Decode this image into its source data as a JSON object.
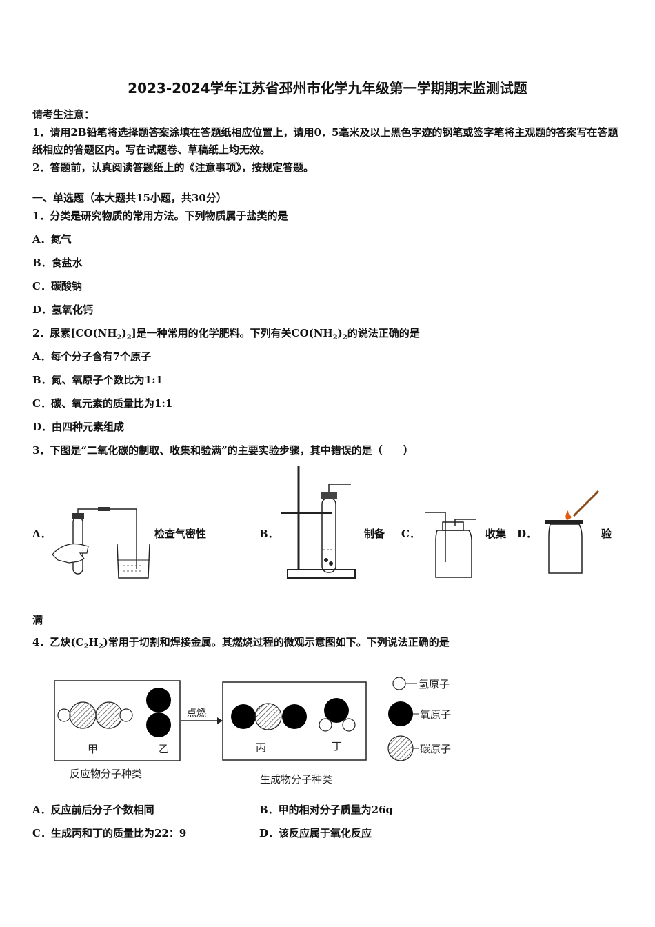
{
  "title": "2023-2024学年江苏省邳州市化学九年级第一学期期末监测试题",
  "notice": {
    "heading": "请考生注意：",
    "item1": "1．请用2B铅笔将选择题答案涂填在答题纸相应位置上，请用0．5毫米及以上黑色字迹的钢笔或签字笔将主观题的答案写在答题纸相应的答题区内。写在试题卷、草稿纸上均无效。",
    "item2": "2．答题前，认真阅读答题纸上的《注意事项》，按规定答题。"
  },
  "section1": "一、单选题（本大题共15小题，共30分）",
  "q1": {
    "stem": "1．分类是研究物质的常用方法。下列物质属于盐类的是",
    "options": [
      "A．氮气",
      "B．食盐水",
      "C．碳酸钠",
      "D．氢氧化钙"
    ]
  },
  "q2": {
    "stem_a": "2．尿素[CO(NH",
    "sub_a": "2",
    "stem_b": ")",
    "sub_b": "2",
    "stem_c": "]是一种常用的化学肥料。下列有关CO(NH",
    "sub_c": "2",
    "stem_d": ")",
    "sub_d": "2",
    "stem_e": "的说法正确的是",
    "options": [
      "A．每个分子含有7个原子",
      "B．氮、氧原子个数比为1:1",
      "C．碳、氧元素的质量比为1:1",
      "D．由四种元素组成"
    ]
  },
  "q3": {
    "stem": "3．下图是“二氧化碳的制取、收集和验满”的主要实验步骤，其中错误的是（　　）",
    "a_letter": "A．",
    "a_caption": "检查气密性",
    "b_letter": "B．",
    "b_caption": "制备",
    "c_letter": "C．",
    "c_caption": "收集",
    "d_letter": "D．",
    "d_caption_1": "验",
    "d_caption_2": "满"
  },
  "q4": {
    "stem_a": "4．乙炔(C",
    "sub_a": "2",
    "stem_b": "H",
    "sub_b": "2",
    "stem_c": ")常用于切割和焊接金属。其燃烧过程的微观示意图如下。下列说法正确的是",
    "diagram": {
      "label_jia": "甲",
      "label_yi": "乙",
      "label_bing": "丙",
      "label_ding": "丁",
      "arrow_label": "点燃",
      "caption_left": "反应物分子种类",
      "caption_right": "生成物分子种类",
      "legend_h": "氢原子",
      "legend_o": "氧原子",
      "legend_c": "碳原子"
    },
    "options": [
      "A．反应前后分子个数相同",
      "B．甲的相对分子质量为26g",
      "C．生成丙和丁的质量比为22：9",
      "D．该反应属于氧化反应"
    ]
  }
}
